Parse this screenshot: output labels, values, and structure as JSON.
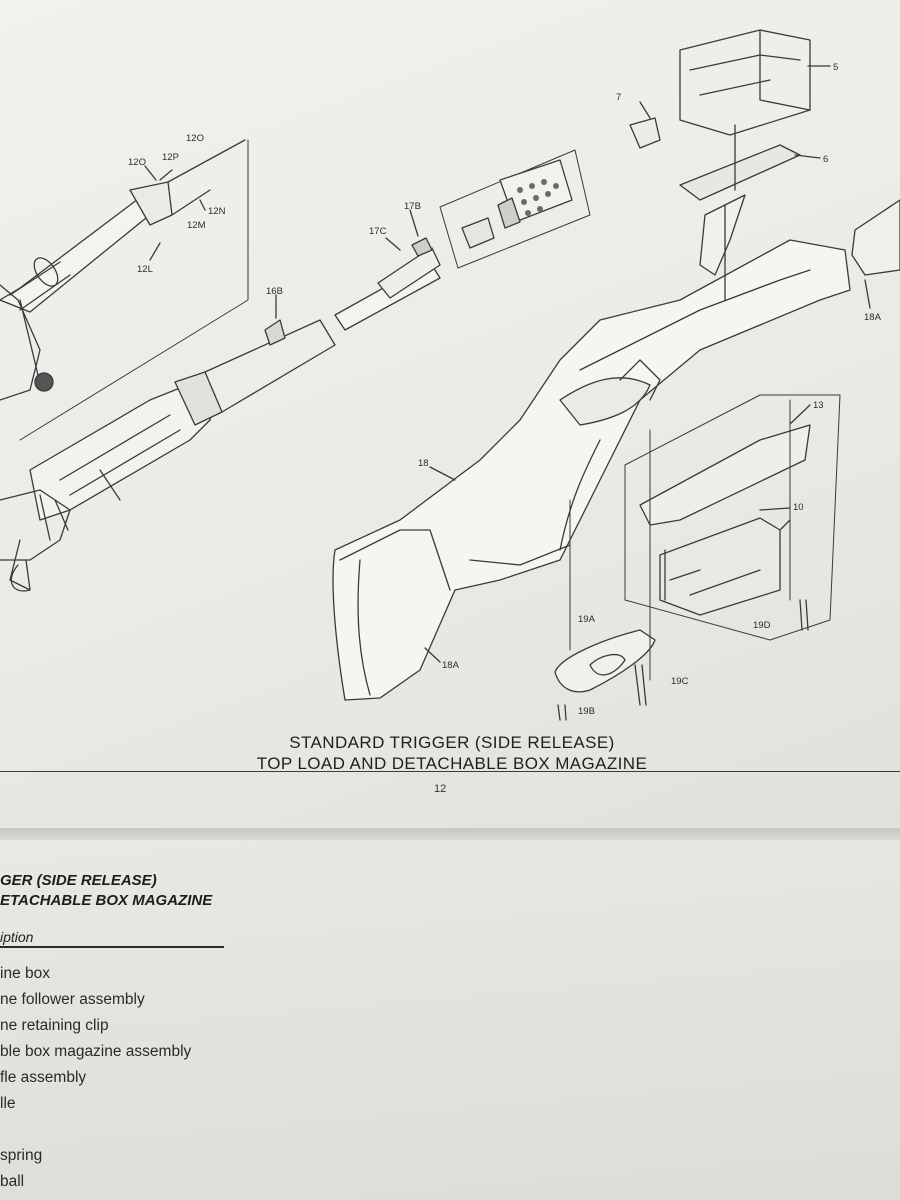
{
  "diagram": {
    "labels": {
      "l5": "5",
      "l6": "6",
      "l7": "7",
      "l10": "10",
      "l13": "13",
      "l12o_a": "12O",
      "l12o_b": "12O",
      "l12p": "12P",
      "l12n": "12N",
      "l12m": "12M",
      "l12l": "12L",
      "l16b": "16B",
      "l17b": "17B",
      "l17c": "17C",
      "l18": "18",
      "l18a_right": "18A",
      "l18a_bottom": "18A",
      "l19a": "19A",
      "l19b": "19B",
      "l19c": "19C",
      "l19d": "19D"
    },
    "caption_line1": "STANDARD TRIGGER (SIDE RELEASE)",
    "caption_line2": "TOP LOAD AND DETACHABLE BOX MAGAZINE",
    "page_number": "12"
  },
  "facing_page": {
    "title_line1": "GER (SIDE RELEASE)",
    "title_line2": "ETACHABLE BOX MAGAZINE",
    "column_header": "iption",
    "items": [
      "ine box",
      "ne follower assembly",
      "ne retaining clip",
      "ble box magazine assembly",
      "fle assembly",
      "lle",
      "",
      "spring",
      "ball"
    ]
  }
}
